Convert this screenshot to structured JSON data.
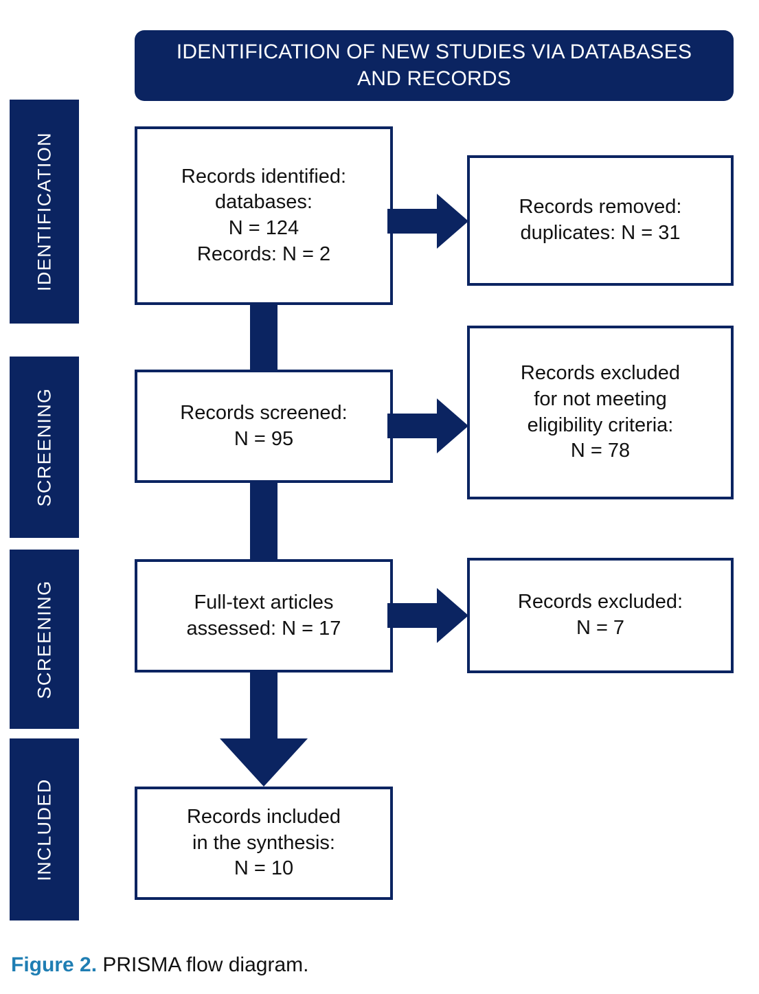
{
  "banner": {
    "title": "IDENTIFICATION OF NEW STUDIES VIA DATABASES AND RECORDS"
  },
  "stages": [
    {
      "label": "IDENTIFICATION"
    },
    {
      "label": "SCREENING"
    },
    {
      "label": "SCREENING"
    },
    {
      "label": "INCLUDED"
    }
  ],
  "boxes": {
    "identified": {
      "lines": [
        "Records identified:",
        "databases:",
        "N = 124",
        "Records: N = 2"
      ]
    },
    "removed": {
      "lines": [
        "Records removed:",
        "duplicates: N = 31"
      ]
    },
    "screened": {
      "lines": [
        "Records screened:",
        "N = 95"
      ]
    },
    "excluded_eligibility": {
      "lines": [
        "Records excluded",
        "for not meeting",
        "eligibility criteria:",
        "N = 78"
      ]
    },
    "fulltext": {
      "lines": [
        "Full-text articles",
        "assessed: N = 17"
      ]
    },
    "excluded": {
      "lines": [
        "Records excluded:",
        "N = 7"
      ]
    },
    "included": {
      "lines": [
        "Records included",
        "in the synthesis:",
        "N = 10"
      ]
    }
  },
  "chart_data": {
    "type": "diagram",
    "title": "IDENTIFICATION OF NEW STUDIES VIA DATABASES AND RECORDS",
    "nodes": [
      {
        "id": "identified",
        "stage": "IDENTIFICATION",
        "text": "Records identified: databases: N = 124 Records: N = 2",
        "n": 124
      },
      {
        "id": "records_extra",
        "stage": "IDENTIFICATION",
        "text": "Records: N = 2",
        "n": 2
      },
      {
        "id": "removed",
        "stage": "IDENTIFICATION",
        "text": "Records removed: duplicates: N = 31",
        "n": 31
      },
      {
        "id": "screened",
        "stage": "SCREENING",
        "text": "Records screened: N = 95",
        "n": 95
      },
      {
        "id": "excluded_eligibility",
        "stage": "SCREENING",
        "text": "Records excluded for not meeting eligibility criteria: N = 78",
        "n": 78
      },
      {
        "id": "fulltext",
        "stage": "SCREENING",
        "text": "Full-text articles assessed: N = 17",
        "n": 17
      },
      {
        "id": "excluded",
        "stage": "SCREENING",
        "text": "Records excluded: N = 7",
        "n": 7
      },
      {
        "id": "included",
        "stage": "INCLUDED",
        "text": "Records included in the synthesis: N = 10",
        "n": 10
      }
    ],
    "edges": [
      {
        "from": "identified",
        "to": "removed",
        "direction": "right"
      },
      {
        "from": "identified",
        "to": "screened",
        "direction": "down"
      },
      {
        "from": "screened",
        "to": "excluded_eligibility",
        "direction": "right"
      },
      {
        "from": "screened",
        "to": "fulltext",
        "direction": "down"
      },
      {
        "from": "fulltext",
        "to": "excluded",
        "direction": "right"
      },
      {
        "from": "fulltext",
        "to": "included",
        "direction": "down"
      }
    ]
  },
  "caption": {
    "figure_number": "Figure 2.",
    "text": " PRISMA flow diagram."
  },
  "colors": {
    "navy": "#0B2461",
    "caption_accent": "#1F7EB3",
    "box_fill": "#FFFFFF",
    "text": "#111111"
  }
}
